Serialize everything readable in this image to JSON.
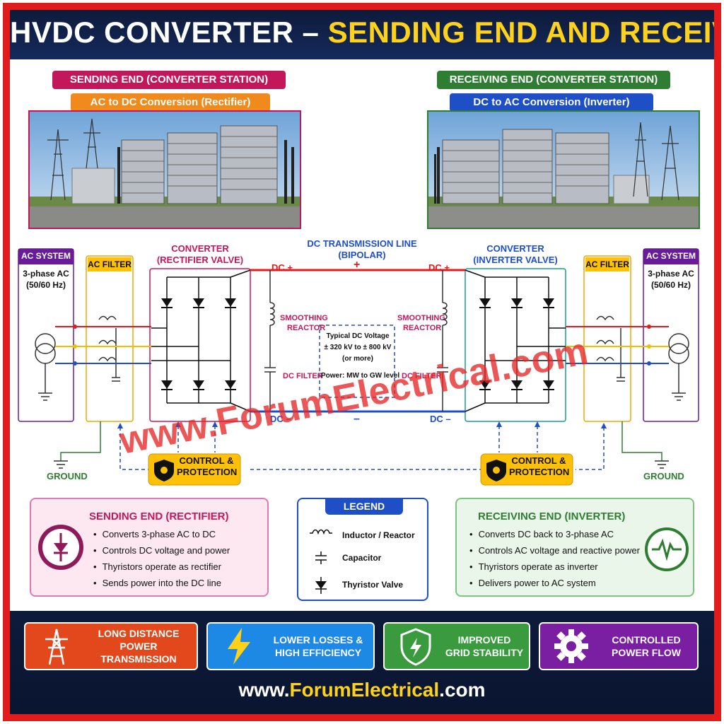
{
  "title": {
    "part1": "HVDC CONVERTER",
    "dash": " – ",
    "part2": "SENDING END AND RECEIVING END"
  },
  "sending": {
    "header": "SENDING END (CONVERTER STATION)",
    "sub": "AC to DC Conversion (Rectifier)",
    "ac_system_title": "AC SYSTEM",
    "ac_system_line1": "3-phase AC",
    "ac_system_line2": "(50/60 Hz)",
    "ac_filter": "AC FILTER",
    "converter_line1": "CONVERTER",
    "converter_line2": "(RECTIFIER VALVE)",
    "smoothing_line1": "SMOOTHING",
    "smoothing_line2": "REACTOR",
    "dc_filter": "DC FILTER",
    "dc_plus": "DC +",
    "dc_minus": "DC –",
    "ground": "GROUND",
    "control_line1": "CONTROL &",
    "control_line2": "PROTECTION"
  },
  "receiving": {
    "header": "RECEIVING END (CONVERTER STATION)",
    "sub": "DC to AC Conversion (Inverter)",
    "ac_system_title": "AC SYSTEM",
    "ac_system_line1": "3-phase AC",
    "ac_system_line2": "(50/60 Hz)",
    "ac_filter": "AC FILTER",
    "converter_line1": "CONVERTER",
    "converter_line2": "(INVERTER VALVE)",
    "smoothing_line1": "SMOOTHING",
    "smoothing_line2": "REACTOR",
    "dc_filter": "DC FILTER",
    "dc_plus": "DC +",
    "dc_minus": "DC –",
    "ground": "GROUND",
    "control_line1": "CONTROL &",
    "control_line2": "PROTECTION"
  },
  "line": {
    "title1": "DC TRANSMISSION LINE",
    "title2": "(BIPOLAR)",
    "plus": "+",
    "minus": "–",
    "voltage1": "Typical DC Voltage",
    "voltage2": "± 320 kV to ± 800 kV",
    "voltage3": "(or more)",
    "power": "Power: MW to GW level"
  },
  "rectifier_box": {
    "title": "SENDING END (RECTIFIER)",
    "items": [
      "Converts 3-phase AC to DC",
      "Controls DC voltage and power",
      "Thyristors operate as rectifier",
      "Sends power into the DC line"
    ]
  },
  "legend": {
    "title": "LEGEND",
    "items": [
      "Inductor / Reactor",
      "Capacitor",
      "Thyristor Valve"
    ]
  },
  "inverter_box": {
    "title": "RECEIVING END (INVERTER)",
    "items": [
      "Converts DC back to 3-phase AC",
      "Controls AC voltage and reactive power",
      "Thyristors operate as inverter",
      "Delivers power to AC system"
    ]
  },
  "features": [
    {
      "line1": "LONG DISTANCE",
      "line2": "POWER TRANSMISSION",
      "icon": "tower-icon"
    },
    {
      "line1": "LOWER LOSSES &",
      "line2": "HIGH EFFICIENCY",
      "icon": "lightning-icon"
    },
    {
      "line1": "IMPROVED",
      "line2": "GRID STABILITY",
      "icon": "shield-icon"
    },
    {
      "line1": "CONTROLLED",
      "line2": "POWER FLOW",
      "icon": "gear-icon"
    }
  ],
  "footer_url": {
    "pre": "www.",
    "brand": "ForumElectrical",
    "post": ".com"
  },
  "watermark": {
    "line1": "www.ForumElectrical.com"
  },
  "colors": {
    "red_frame": "#e21c1c",
    "navy": "#0d1a3a",
    "magenta": "#c2185b",
    "green": "#2e7d32",
    "orange": "#f08a1c",
    "blue": "#1e4fc7",
    "purple": "#6a1b9a",
    "yellow": "#ffc107"
  }
}
